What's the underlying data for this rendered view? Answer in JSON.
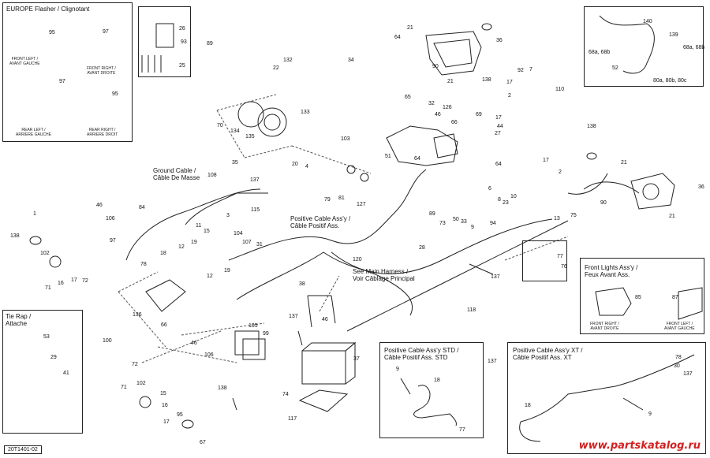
{
  "boxes": {
    "flasher": {
      "title": "EUROPE Flasher / Clignotant",
      "front_left": [
        "FRONT LEFT /",
        "AVANT GAUCHE"
      ],
      "front_right": [
        "FRONT RIGHT /",
        "AVANT DROITE"
      ],
      "rear_left": [
        "REAR LEFT /",
        "ARRIERE GAUCHE"
      ],
      "rear_right": [
        "REAR RIGHT /",
        "ARRIERE DROIT"
      ]
    },
    "tierap": {
      "title": [
        "Tie Rap /",
        "Attache"
      ]
    },
    "front_lights": {
      "title": [
        "Front Lights Ass'y /",
        "Feux Avant Ass."
      ],
      "right": [
        "FRONT RIGHT /",
        "AVANT DROITE"
      ],
      "left": [
        "FRONT LEFT /",
        "AVANT GAUCHE"
      ]
    },
    "std": {
      "title": [
        "Positive Cable Ass'y STD /",
        "Câble Positif Ass. STD"
      ]
    },
    "xt": {
      "title": [
        "Positive Cable Ass'y XT /",
        "Câble Positif Ass. XT"
      ]
    }
  },
  "captions": {
    "ground": [
      "Ground Cable /",
      "Câble De Masse"
    ],
    "positive": [
      "Positive Cable Ass'y /",
      "Câble Positif Ass."
    ],
    "main": [
      "See Main Harness /",
      "Voir Câblage Principal"
    ]
  },
  "reference": "20T1401-02",
  "watermark": "www.partskatalog.ru",
  "callouts": [
    "95",
    "97",
    "97",
    "95",
    "26",
    "93",
    "25",
    "89",
    "64",
    "21",
    "36",
    "140",
    "139",
    "68a, 68b",
    "68a, 68b",
    "52",
    "80a, 80b, 80c",
    "132",
    "22",
    "34",
    "90",
    "21",
    "92",
    "7",
    "138",
    "17",
    "2",
    "110",
    "133",
    "65",
    "32",
    "126",
    "69",
    "17",
    "44",
    "27",
    "46",
    "66",
    "64",
    "103",
    "51",
    "64",
    "70",
    "134",
    "135",
    "35",
    "17",
    "138",
    "21",
    "2",
    "36",
    "90",
    "21",
    "108",
    "20",
    "4",
    "137",
    "115",
    "79",
    "81",
    "127",
    "89",
    "6",
    "8",
    "10",
    "23",
    "13",
    "75",
    "84",
    "1",
    "46",
    "106",
    "138",
    "97",
    "102",
    "71",
    "16",
    "17",
    "72",
    "11",
    "15",
    "3",
    "19",
    "104",
    "107",
    "18",
    "12",
    "12",
    "19",
    "31",
    "120",
    "28",
    "73",
    "50",
    "33",
    "94",
    "9",
    "76",
    "77",
    "78",
    "136",
    "66",
    "100",
    "38",
    "137",
    "46",
    "105",
    "99",
    "37",
    "118",
    "137",
    "85",
    "87",
    "53",
    "29",
    "41",
    "72",
    "46",
    "106",
    "102",
    "71",
    "15",
    "16",
    "17",
    "95",
    "138",
    "67",
    "74",
    "117",
    "137",
    "9",
    "18",
    "77",
    "78",
    "30",
    "137",
    "9",
    "18"
  ]
}
